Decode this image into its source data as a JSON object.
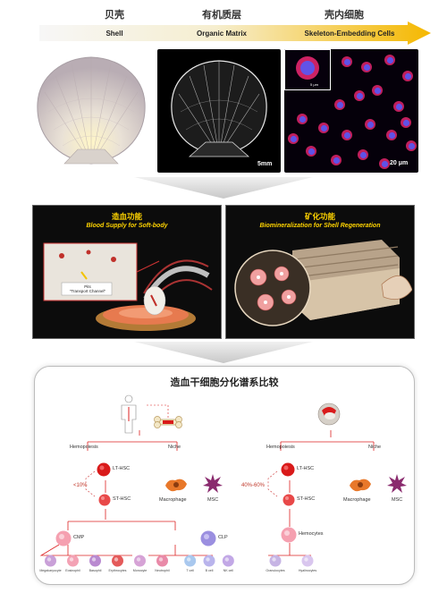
{
  "header": {
    "stage1_cn": "贝壳",
    "stage1_en": "Shell",
    "stage2_cn": "有机质层",
    "stage2_en": "Organic Matrix",
    "stage3_cn": "壳内细胞",
    "stage3_en": "Skeleton-Embedding Cells"
  },
  "photos": {
    "scale_matrix": "5mm",
    "scale_cells": "20 μm",
    "scale_inset": "5 μm"
  },
  "panels": {
    "left_cn": "造血功能",
    "left_en": "Blood Supply for Soft-body",
    "left_note_1": "Pits",
    "left_note_2": "\"Transport Channel\"",
    "right_cn": "矿化功能",
    "right_en": "Biomineralization for Shell Regeneration"
  },
  "comparison": {
    "title": "造血干细胞分化谱系比较",
    "left": {
      "hemopoiesis": "Hemopoiesis",
      "niche": "Niche",
      "lt_hsc": "LT-HSC",
      "st_hsc": "ST-HSC",
      "percent": "<10%",
      "macrophage": "Macrophage",
      "msc": "MSC",
      "cmp": "CMP",
      "clp": "CLP",
      "myeloid": [
        "Megakaryocyte",
        "Eosinophil",
        "Basophil",
        "Erythrocytes",
        "Monocyte",
        "Neutrophil"
      ],
      "lymphoid": [
        "T cell",
        "B cell",
        "NK cell"
      ]
    },
    "right": {
      "hemopoiesis": "Hemopoiesis",
      "niche": "Niche",
      "lt_hsc": "LT-HSC",
      "st_hsc": "ST-HSC",
      "percent": "40%-60%",
      "macrophage": "Macrophage",
      "msc": "MSC",
      "hemocytes": "Hemocytes",
      "hemo_types": [
        "Granulocytes",
        "Hyalinocytes"
      ]
    }
  },
  "colors": {
    "arrow_start": "#f7f7f7",
    "arrow_end": "#f5b800",
    "panel_title": "#ffd400",
    "stem_cell": "#d91a1a",
    "progenitor": "#f7a5a5",
    "percent_text": "#c0392b",
    "cmp_cell": "#f5a0b0",
    "clp_cell": "#9b8fe0"
  }
}
